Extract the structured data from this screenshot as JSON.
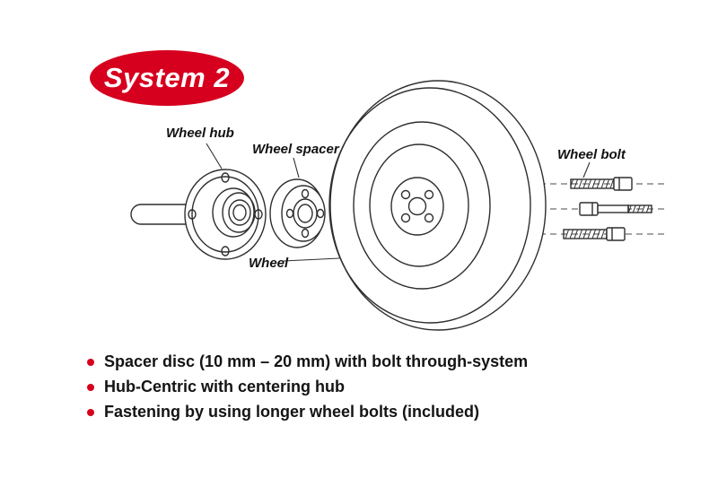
{
  "badge": {
    "label": "System 2",
    "bg_color": "#d6001e",
    "text_color": "#ffffff"
  },
  "diagram": {
    "line_color": "#2e2e2e",
    "labels": {
      "wheel_hub": "Wheel hub",
      "wheel_spacer": "Wheel spacer",
      "wheel": "Wheel",
      "wheel_bolt": "Wheel bolt"
    }
  },
  "bullets": {
    "dot_color": "#d6001e",
    "items": [
      "Spacer disc (10 mm – 20 mm) with bolt through-system",
      "Hub-Centric with centering hub",
      "Fastening by using longer wheel bolts (included)"
    ]
  }
}
